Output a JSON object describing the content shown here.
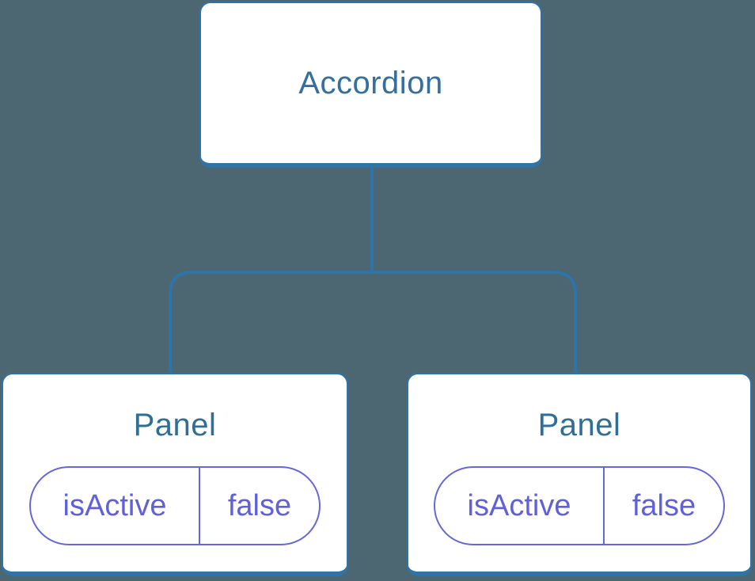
{
  "diagram": {
    "type": "component-tree",
    "root": {
      "label": "Accordion"
    },
    "children": [
      {
        "label": "Panel",
        "state": {
          "key": "isActive",
          "value": "false"
        }
      },
      {
        "label": "Panel",
        "state": {
          "key": "isActive",
          "value": "false"
        }
      }
    ],
    "colors": {
      "background": "#4C6771",
      "connector": "#2E74A8",
      "node_border": "#2E74A8",
      "node_fill": "#FFFFFF",
      "root_title_text": "#34709E",
      "panel_title_text": "#2F6E95",
      "state_text": "#6060D8",
      "state_border": "#6767DC"
    }
  }
}
